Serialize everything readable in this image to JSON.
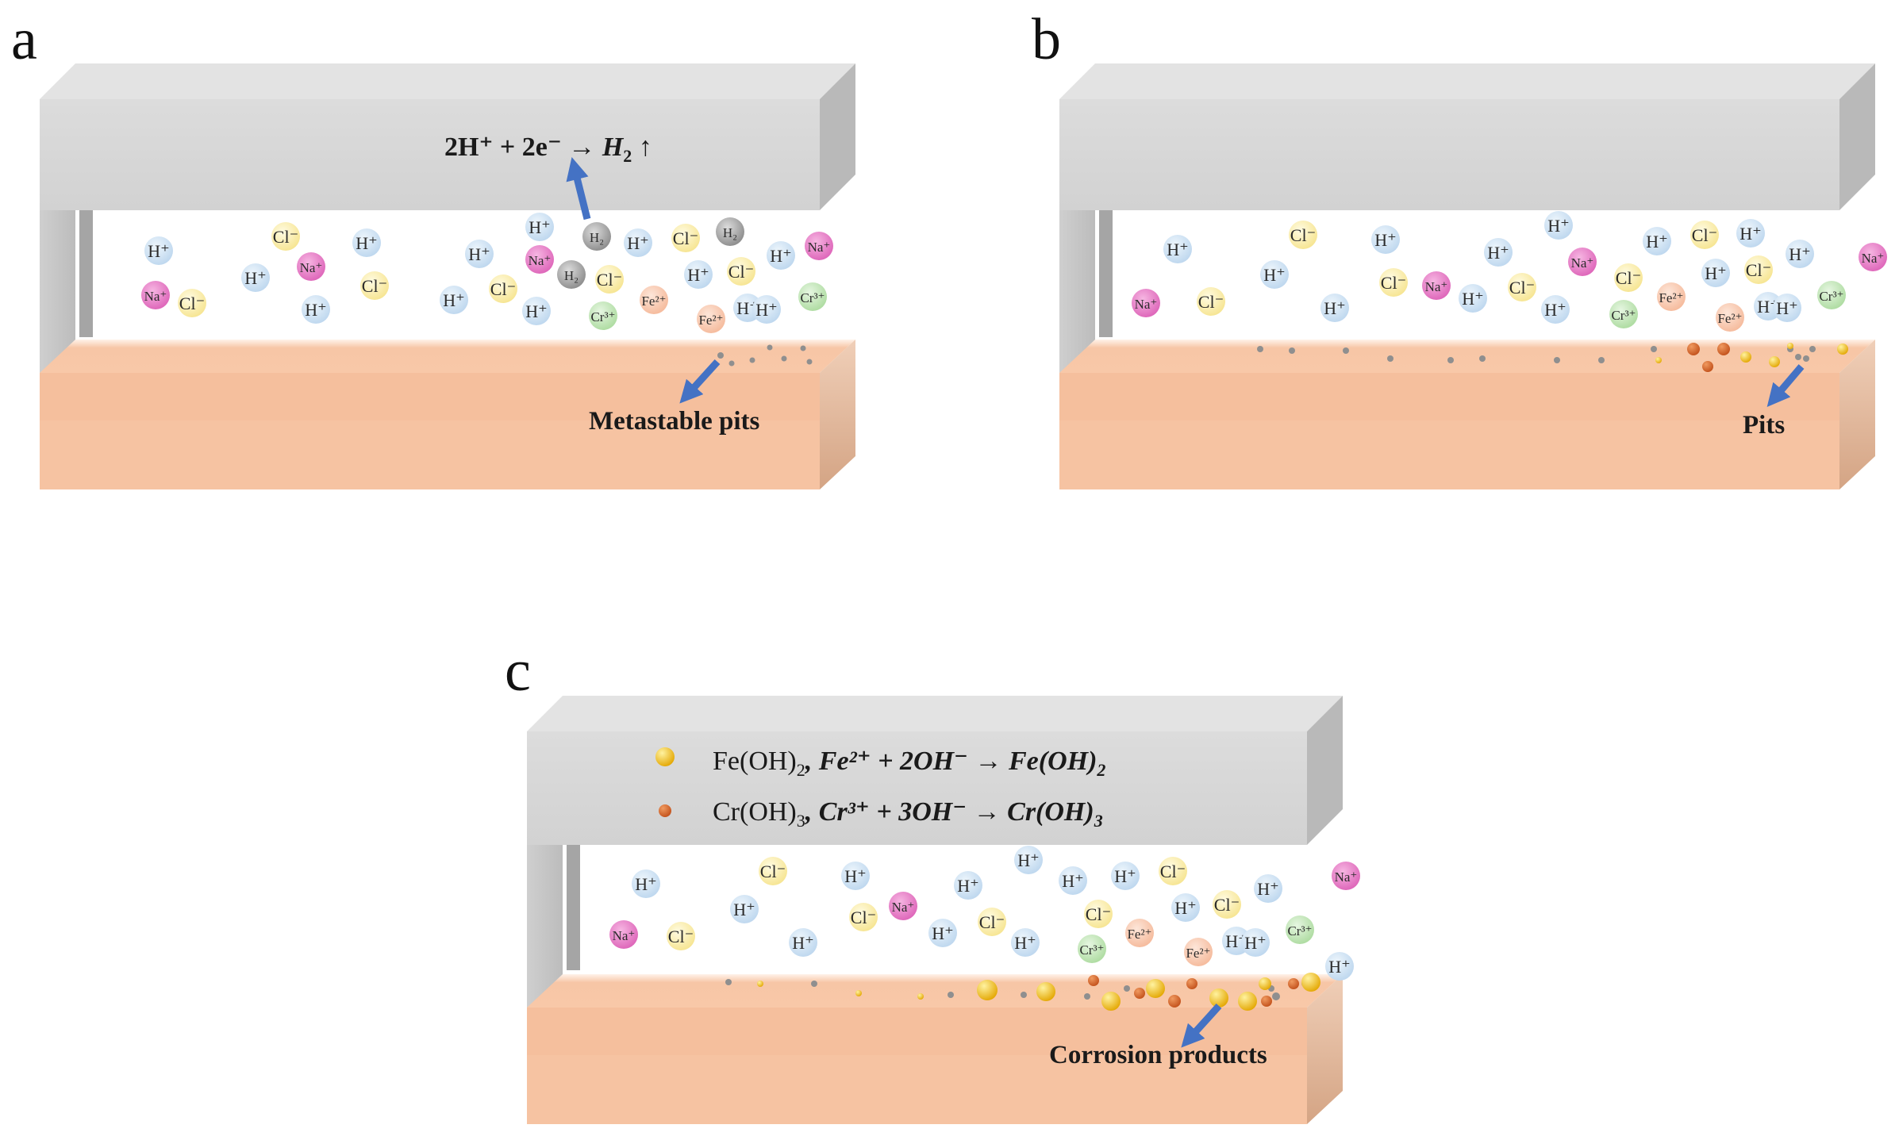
{
  "panels": {
    "a": {
      "letter": "a",
      "equation": {
        "lhs": "2H⁺ + 2e⁻ → ",
        "h2": "H",
        "sub": "2",
        "arrow": " ↑"
      },
      "callout": "Metastable pits"
    },
    "b": {
      "letter": "b",
      "callout": "Pits"
    },
    "c": {
      "letter": "c",
      "legend": [
        {
          "prefix": "Fe(OH)",
          "prefix_sub": "2",
          "formula": ", Fe²⁺ + 2OH⁻ → Fe(OH)",
          "formula_sub": "2",
          "marker_color": "#f0b400"
        },
        {
          "prefix": "Cr(OH)",
          "prefix_sub": "3",
          "formula": ", Cr³⁺ + 3OH⁻ → Cr(OH)",
          "formula_sub": "3",
          "marker_color": "#d2601e"
        }
      ],
      "callout": "Corrosion products"
    }
  },
  "ions": {
    "H": "H⁺",
    "Cl": "Cl⁻",
    "Na": "Na⁺",
    "Fe": "Fe²⁺",
    "Cr": "Cr³⁺",
    "H2": "H₂"
  },
  "colors": {
    "cover_front": "#d6d6d6",
    "cover_top": "#e4e4e4",
    "cover_side": "#b9b9b9",
    "metal_front": "#f6c3a2",
    "metal_side": "#d8a888",
    "arrow": "#4472c4",
    "H": "#cfe3f4",
    "Cl": "#fbefb0",
    "Na": "#e77fc7",
    "Fe": "#f9cdb4",
    "Cr": "#c8e8bf",
    "H2": "#9a9a9a"
  }
}
